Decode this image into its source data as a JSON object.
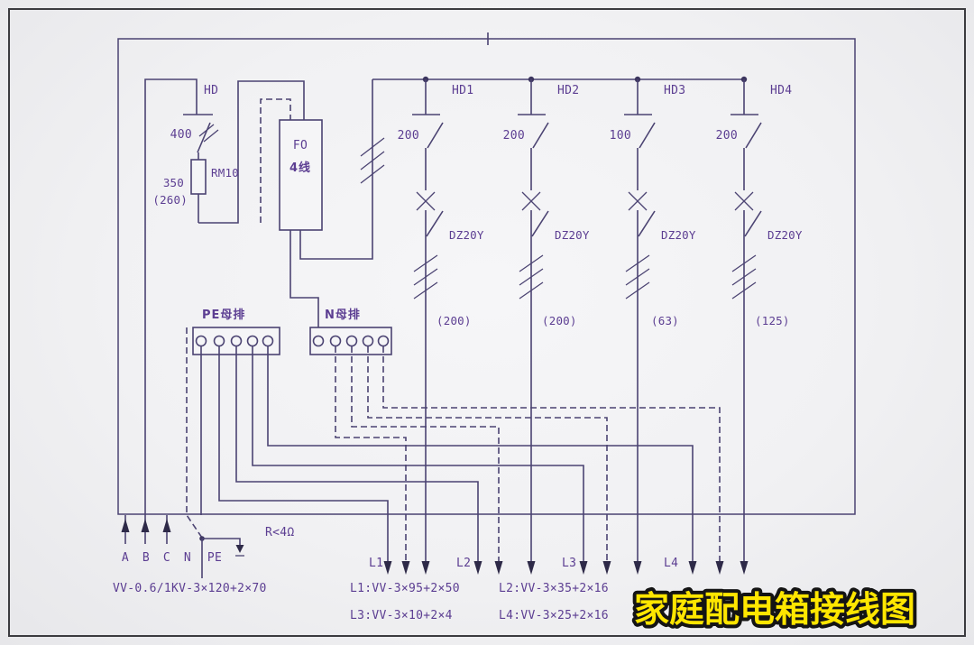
{
  "colors": {
    "wire": "#4b4372",
    "text": "#5c3e92",
    "title_fill": "#ffe600",
    "title_stroke": "#141414",
    "background": "#f1f1f3"
  },
  "title": {
    "text": "家庭配电箱接线图"
  },
  "incoming": {
    "main_switch_label": "HD",
    "main_switch_rating": "400",
    "fuse_type": "RM10",
    "fuse_rating": "350",
    "fuse_rating_alt": "(260)",
    "meter_line1": "FO",
    "meter_line2": "4线",
    "phase_labels": [
      "A",
      "B",
      "C",
      "N",
      "PE"
    ],
    "ground_resistance": "R<4Ω",
    "cable_spec": "VV-0.6/1KV-3×120+2×70"
  },
  "busbars": {
    "pe": "PE母排",
    "n": "N母排"
  },
  "branches": [
    {
      "name": "HD1",
      "switch_rating": "200",
      "breaker_type": "DZ20Y",
      "breaker_rating": "(200)",
      "circuit": "L1",
      "cable": "L1:VV-3×95+2×50"
    },
    {
      "name": "HD2",
      "switch_rating": "200",
      "breaker_type": "DZ20Y",
      "breaker_rating": "(200)",
      "circuit": "L2",
      "cable": "L2:VV-3×35+2×16"
    },
    {
      "name": "HD3",
      "switch_rating": "100",
      "breaker_type": "DZ20Y",
      "breaker_rating": "(63)",
      "circuit": "L3",
      "cable": "L3:VV-3×10+2×4"
    },
    {
      "name": "HD4",
      "switch_rating": "200",
      "breaker_type": "DZ20Y",
      "breaker_rating": "(125)",
      "circuit": "L4",
      "cable": "L4:VV-3×25+2×16"
    }
  ]
}
